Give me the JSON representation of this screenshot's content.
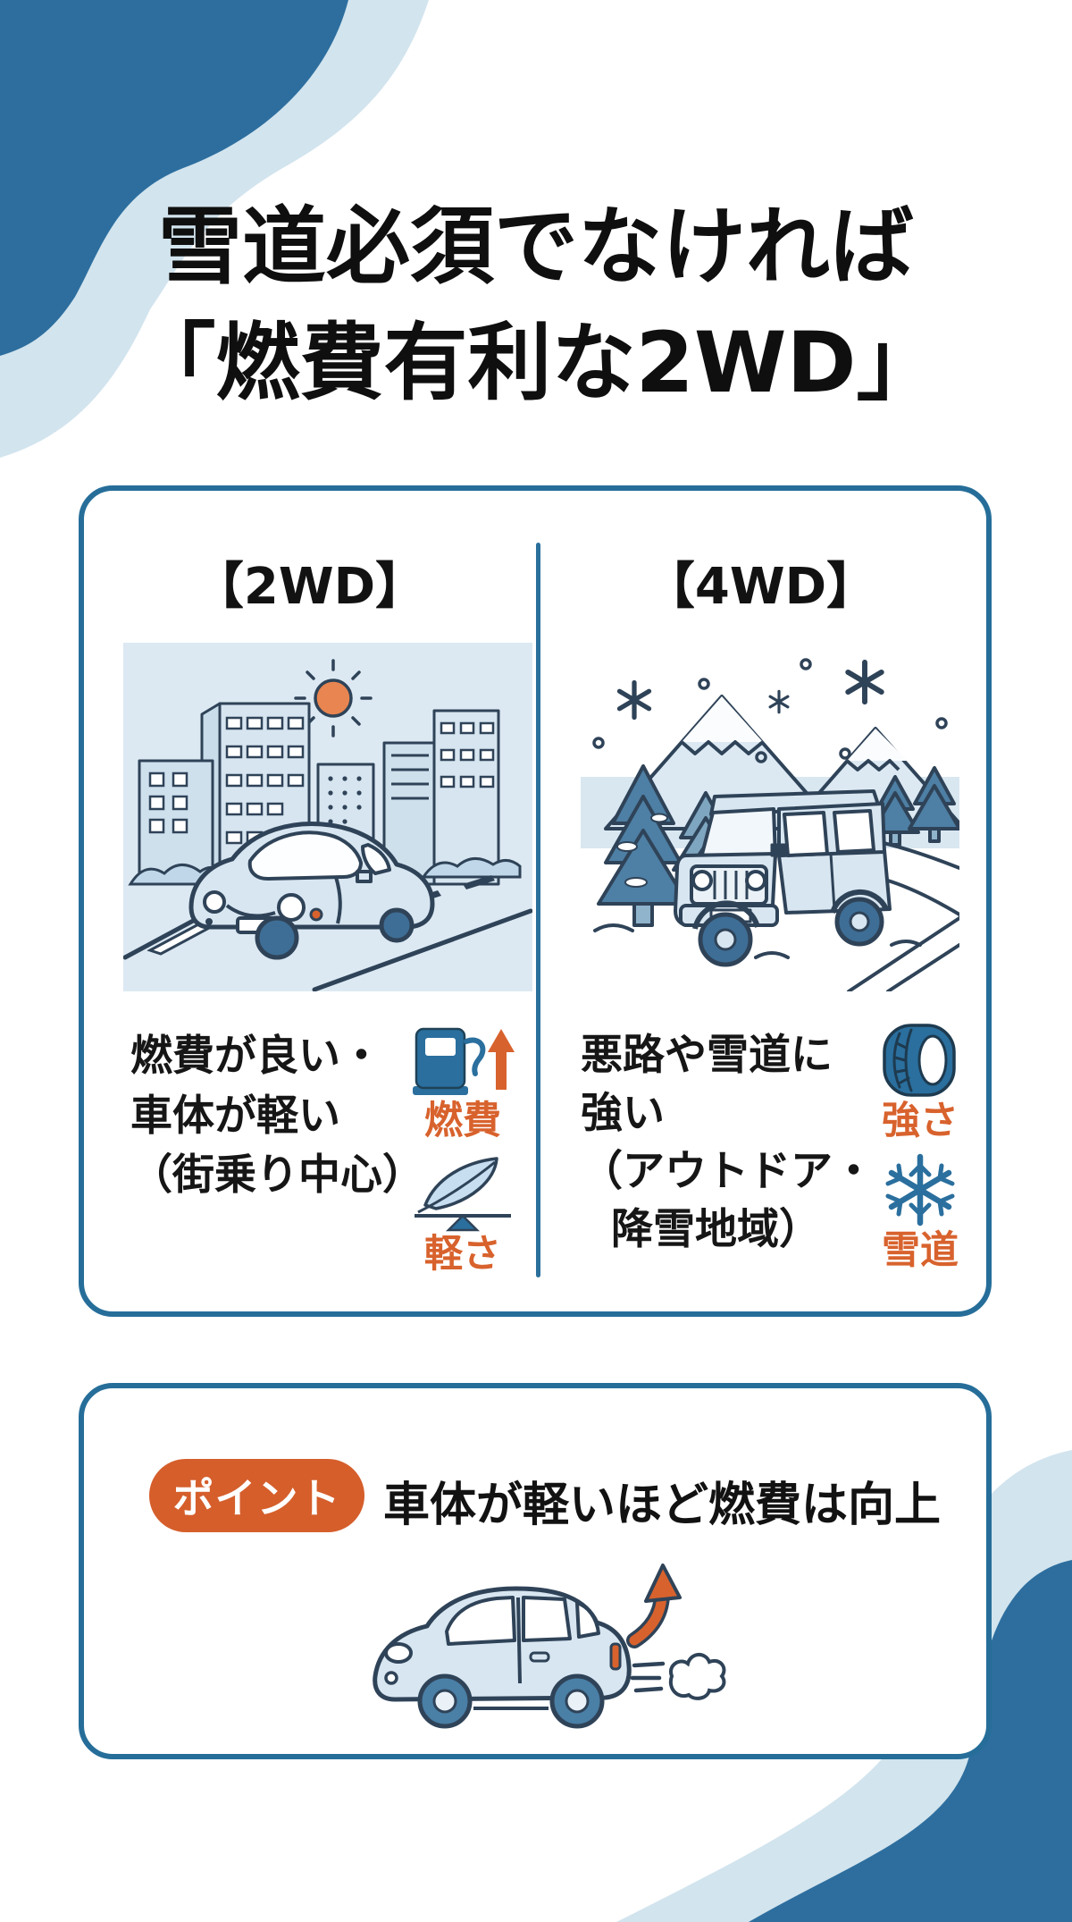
{
  "title": {
    "line1": "雪道必須でなければ",
    "line2": "「燃費有利な2WD」"
  },
  "comparison_card": {
    "left": {
      "header": "【2WD】",
      "illustration": "city-drive-illustration",
      "description_lines": [
        "燃費が良い・",
        "車体が軽い",
        "（街乗り中心）"
      ],
      "metrics": [
        {
          "icon": "fuel-pump-arrow-up-icon",
          "label": "燃費"
        },
        {
          "icon": "feather-balance-icon",
          "label": "軽さ"
        }
      ]
    },
    "right": {
      "header": "【4WD】",
      "illustration": "snow-suv-illustration",
      "description_lines": [
        "悪路や雪道に",
        "強い",
        "（アウトドア・",
        "降雪地域）"
      ],
      "metrics": [
        {
          "icon": "tire-icon",
          "label": "強さ"
        },
        {
          "icon": "snowflake-icon",
          "label": "雪道"
        }
      ]
    }
  },
  "point_card": {
    "badge": "ポイント",
    "text": "車体が軽いほど燃費は向上",
    "illustration": "light-car-speed-up-illustration"
  },
  "colors": {
    "dark_blue_wave": "#2D6E9E",
    "light_blue_wave": "#D2E4EE",
    "card_border": "#266E99",
    "badge_orange": "#D55E2B",
    "label_orange": "#D8622D",
    "icon_blue": "#2A6F9E",
    "illustration_line": "#2F4358",
    "illustration_bg": "#DCE9F3",
    "sun_orange": "#E88550",
    "text_black": "#121212"
  }
}
